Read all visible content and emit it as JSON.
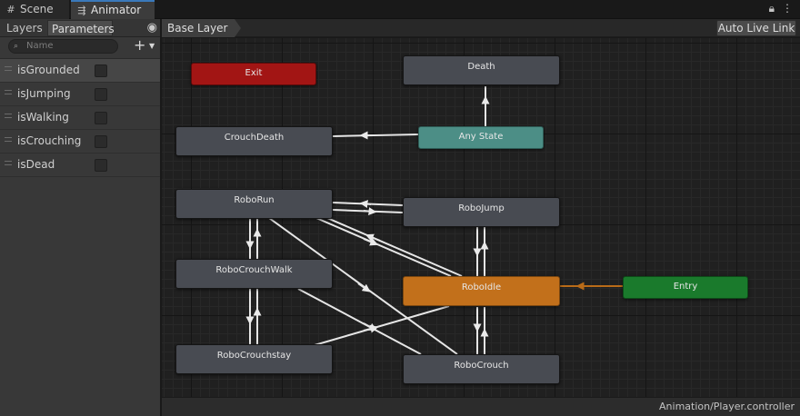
{
  "tabs": [
    {
      "label": "Scene",
      "icon": "grid-icon"
    },
    {
      "label": "Animator",
      "icon": "animator-icon"
    }
  ],
  "window_icons": [
    "lock-icon",
    "kebab-menu-icon"
  ],
  "left_panel": {
    "tabs": {
      "layers": "Layers",
      "parameters": "Parameters"
    },
    "search_placeholder": "Name",
    "parameters": [
      {
        "name": "isGrounded",
        "type": "bool",
        "value": false
      },
      {
        "name": "isJumping",
        "type": "bool",
        "value": false
      },
      {
        "name": "isWalking",
        "type": "bool",
        "value": false
      },
      {
        "name": "isCrouching",
        "type": "bool",
        "value": false
      },
      {
        "name": "isDead",
        "type": "bool",
        "value": false
      }
    ]
  },
  "graph_header": {
    "breadcrumb": "Base Layer",
    "live_link_label": "Auto Live Link"
  },
  "colors": {
    "state": "#484b52",
    "exit": "#a21514",
    "any_state": "#4c8e86",
    "default_state": "#c2701b",
    "entry": "#1a7a2c",
    "transition": "#e6e6e6",
    "default_transition": "#b96b18",
    "accent_tab": "#3a79bb"
  },
  "graph": {
    "nodes": {
      "exit": "Exit",
      "death": "Death",
      "crouch_death": "CrouchDeath",
      "any_state": "Any State",
      "robo_run": "RoboRun",
      "robo_jump": "RoboJump",
      "robo_crouch_walk": "RoboCrouchWalk",
      "robo_idle": "RoboIdle",
      "entry": "Entry",
      "robo_crouchstay": "RoboCrouchstay",
      "robo_crouch": "RoboCrouch"
    }
  },
  "footer": {
    "path": "Animation/Player.controller"
  }
}
